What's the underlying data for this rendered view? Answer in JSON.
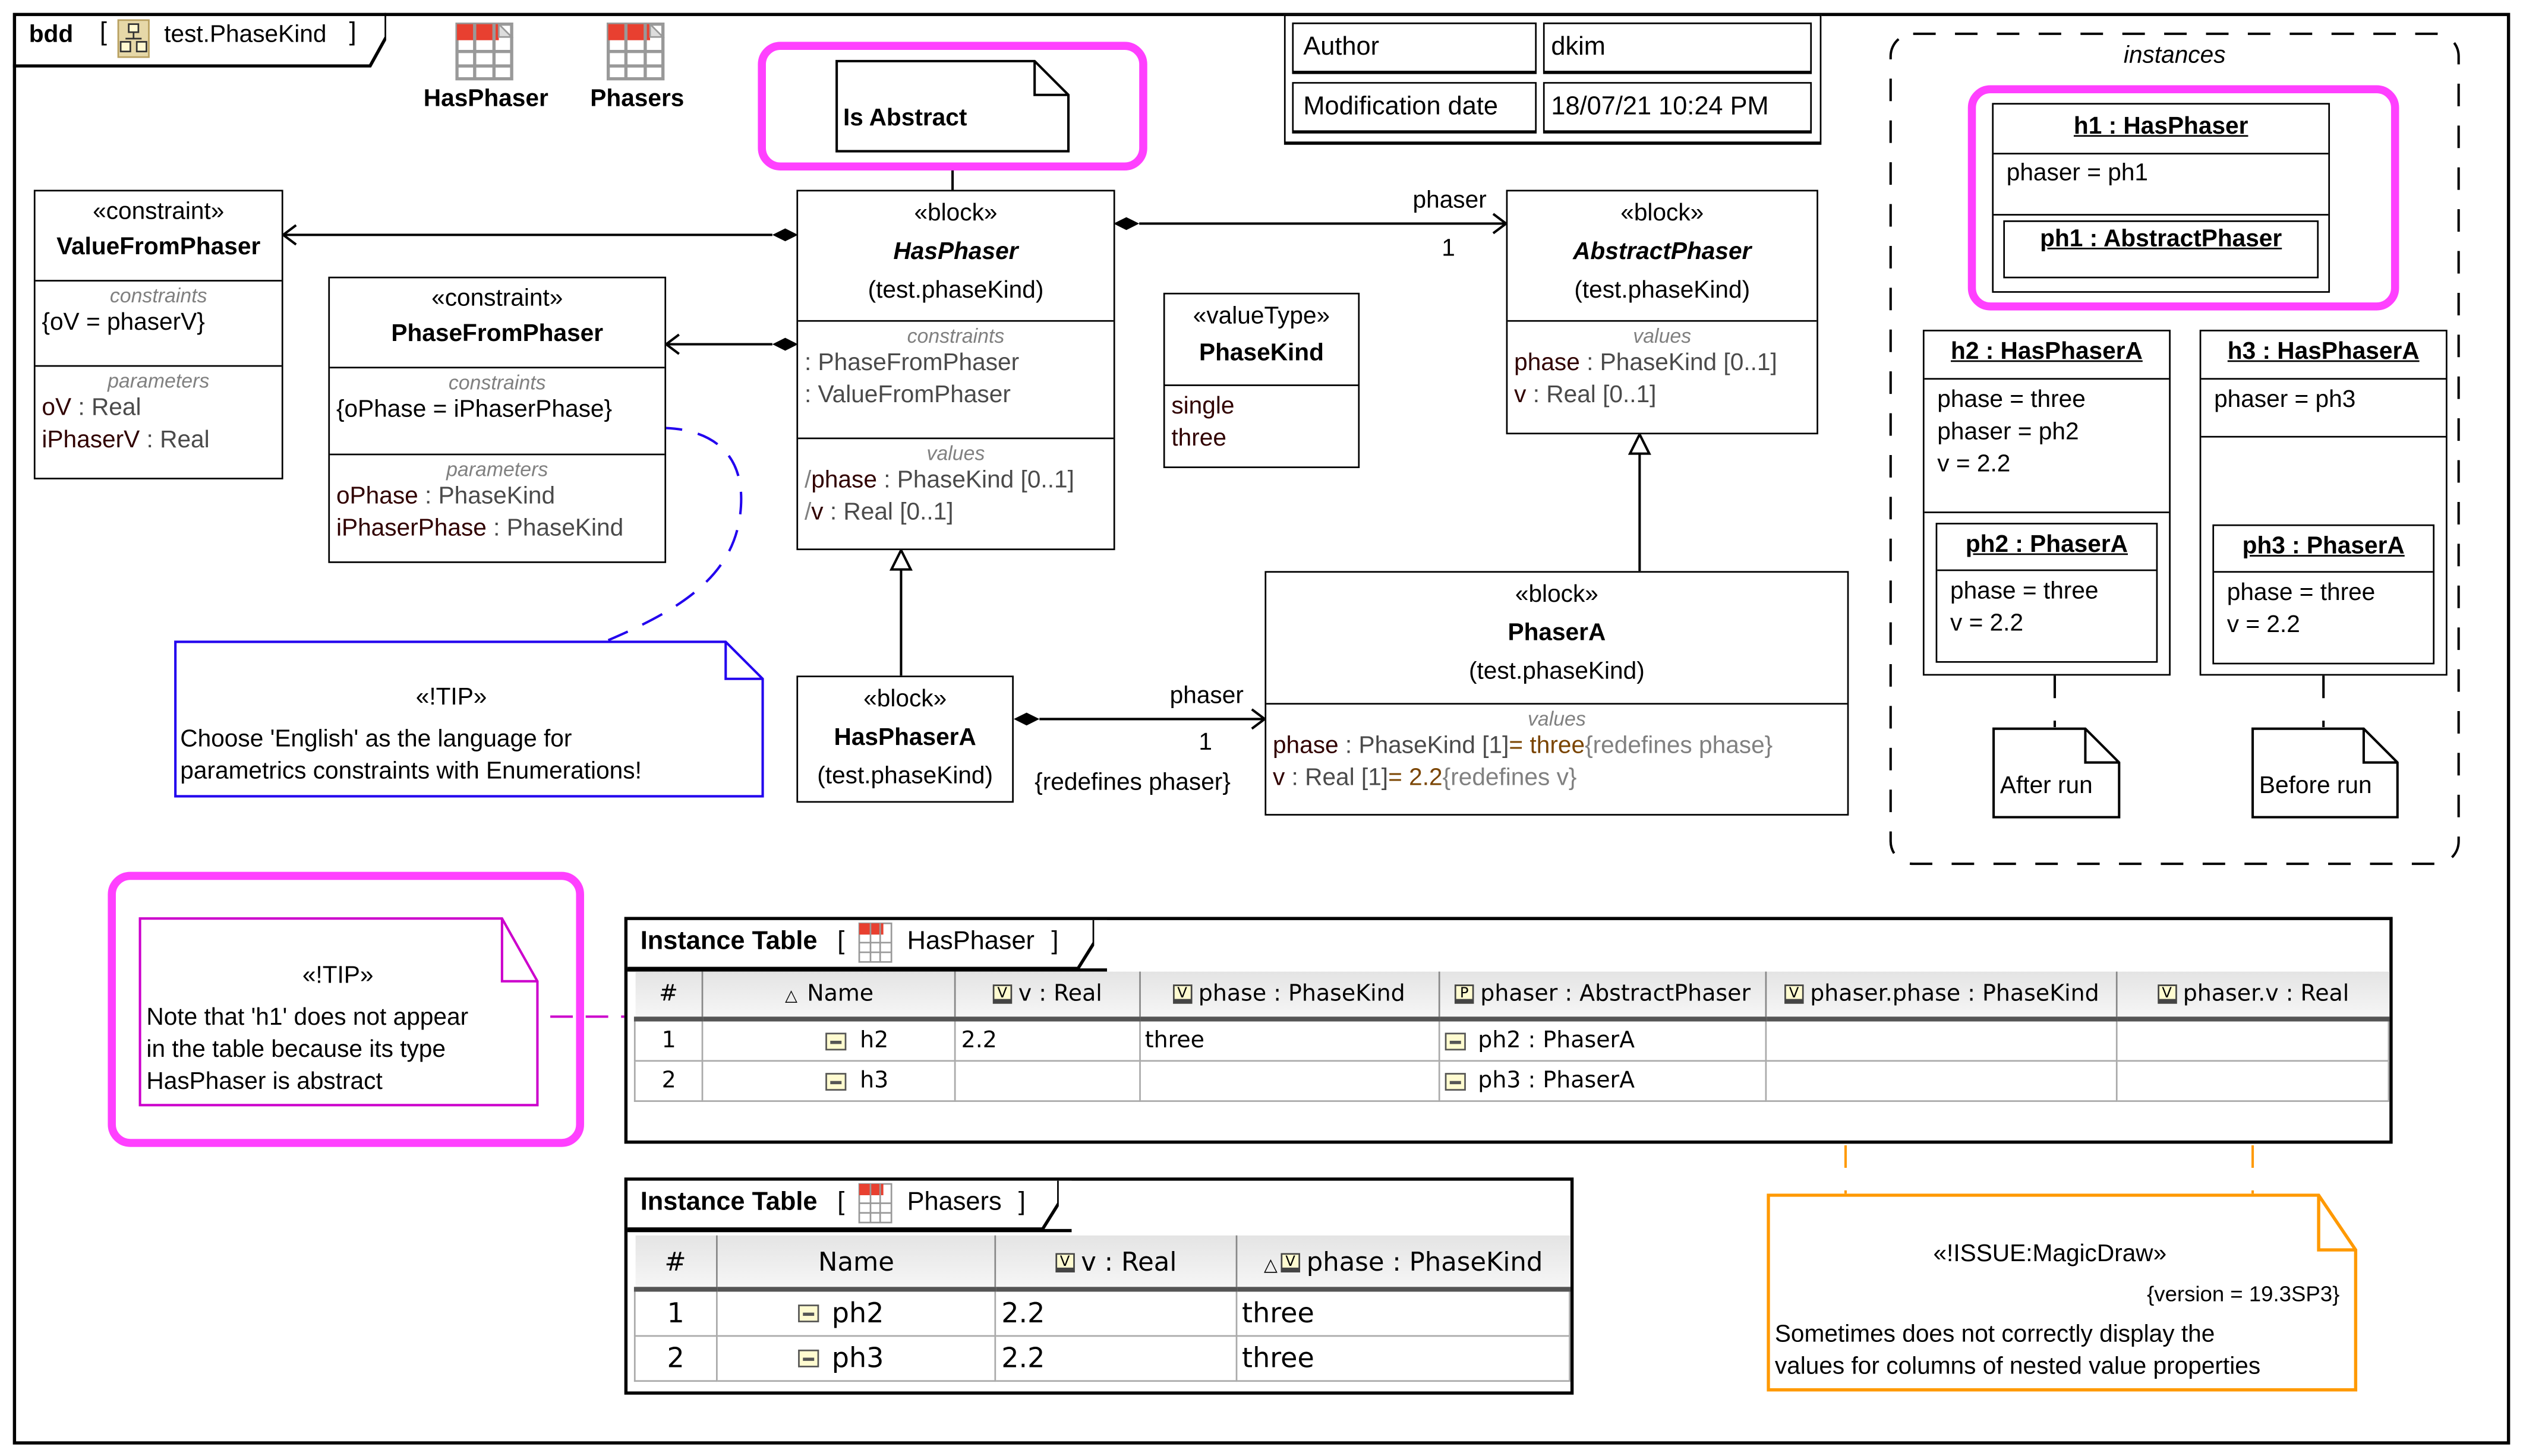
{
  "frame": {
    "kind": "bdd",
    "name": "test.PhaseKind",
    "icon": "package-diagram-icon"
  },
  "table_shortcuts": [
    {
      "label": "HasPhaser",
      "icon": "instance-table-icon"
    },
    {
      "label": "Phasers",
      "icon": "instance-table-icon"
    }
  ],
  "is_abstract_note": {
    "text": "Is Abstract"
  },
  "info_table": {
    "rows": [
      {
        "key": "Author",
        "value": "dkim"
      },
      {
        "key": "Modification date",
        "value": "18/07/21 10:24 PM"
      }
    ]
  },
  "blocks": {
    "value_from_phaser": {
      "stereotype": "«constraint»",
      "name": "ValueFromPhaser",
      "constraints_label": "constraints",
      "constraint": "{oV = phaserV}",
      "parameters_label": "parameters",
      "parameters": [
        {
          "name": "oV",
          "type": " : Real"
        },
        {
          "name": "iPhaserV",
          "type": " : Real"
        }
      ]
    },
    "phase_from_phaser": {
      "stereotype": "«constraint»",
      "name": "PhaseFromPhaser",
      "constraints_label": "constraints",
      "constraint": "{oPhase = iPhaserPhase}",
      "parameters_label": "parameters",
      "parameters": [
        {
          "name": "oPhase",
          "type": " : PhaseKind"
        },
        {
          "name": "iPhaserPhase",
          "type": " : PhaseKind"
        }
      ]
    },
    "has_phaser": {
      "stereotype": "«block»",
      "name": "HasPhaser",
      "package": "(test.phaseKind)",
      "constraints_label": "constraints",
      "constraints": [
        ": PhaseFromPhaser",
        ": ValueFromPhaser"
      ],
      "values_label": "values",
      "values": [
        {
          "prefix": "/",
          "name": "phase",
          "type": " : PhaseKind [0..1]"
        },
        {
          "prefix": "/",
          "name": "v",
          "type": " : Real [0..1]"
        }
      ]
    },
    "phase_kind": {
      "stereotype": "«valueType»",
      "name": "PhaseKind",
      "literals": [
        "single",
        "three"
      ]
    },
    "abstract_phaser": {
      "stereotype": "«block»",
      "name": "AbstractPhaser",
      "package": "(test.phaseKind)",
      "values_label": "values",
      "values": [
        {
          "name": "phase",
          "type": " : PhaseKind [0..1]"
        },
        {
          "name": "v",
          "type": " : Real [0..1]"
        }
      ]
    },
    "has_phaser_a": {
      "stereotype": "«block»",
      "name": "HasPhaserA",
      "package": "(test.phaseKind)"
    },
    "phaser_a": {
      "stereotype": "«block»",
      "name": "PhaserA",
      "package": "(test.phaseKind)",
      "values_label": "values",
      "values": [
        {
          "name": "phase",
          "type": " : PhaseKind [1]",
          "eq": "= ",
          "default": "three",
          "note": "{redefines phase}"
        },
        {
          "name": "v",
          "type": " : Real [1]",
          "eq": "= ",
          "default": "2.2",
          "note": "{redefines v}"
        }
      ]
    }
  },
  "associations": {
    "has_phaser_to_abstract": {
      "role": "phaser",
      "multiplicity": "1"
    },
    "has_phaser_a_to_phaser_a": {
      "role": "phaser",
      "multiplicity": "1",
      "constraint": "{redefines phaser}"
    }
  },
  "tip_note_1": {
    "stereotype": "«!TIP»",
    "lines": [
      "Choose 'English' as the language for",
      "parametrics constraints with Enumerations!"
    ]
  },
  "instances": {
    "title": "instances",
    "h1": {
      "title": "h1 : HasPhaser",
      "slots": [
        "phaser = ph1"
      ],
      "nested": {
        "title": "ph1 : AbstractPhaser",
        "slots": []
      }
    },
    "h2": {
      "title": "h2 : HasPhaserA",
      "slots": [
        "phase = three",
        "phaser = ph2",
        "v = 2.2"
      ],
      "nested": {
        "title": "ph2 : PhaserA",
        "slots": [
          "phase = three",
          "v = 2.2"
        ]
      }
    },
    "h3": {
      "title": "h3 : HasPhaserA",
      "slots": [
        "phaser = ph3"
      ],
      "nested": {
        "title": "ph3 : PhaserA",
        "slots": [
          "phase = three",
          "v = 2.2"
        ]
      }
    },
    "after_run_note": "After run",
    "before_run_note": "Before run"
  },
  "tip_note_2": {
    "stereotype": "«!TIP»",
    "lines": [
      "Note that 'h1' does not appear",
      "in the table because its type",
      "HasPhaser is abstract"
    ]
  },
  "table_has_phaser": {
    "kind": "Instance Table",
    "name": "HasPhaser",
    "columns": [
      {
        "label": "#",
        "icon": ""
      },
      {
        "label": "Name",
        "icon": "sort-asc"
      },
      {
        "label": "v : Real",
        "icon": "V"
      },
      {
        "label": "phase : PhaseKind",
        "icon": "V"
      },
      {
        "label": "phaser : AbstractPhaser",
        "icon": "P"
      },
      {
        "label": "phaser.phase : PhaseKind",
        "icon": "V"
      },
      {
        "label": "phaser.v : Real",
        "icon": "V"
      }
    ],
    "rows": [
      {
        "num": "1",
        "name": "h2",
        "v": "2.2",
        "phase": "three",
        "phaser": "ph2 : PhaserA",
        "phaser_phase": "",
        "phaser_v": ""
      },
      {
        "num": "2",
        "name": "h3",
        "v": "",
        "phase": "",
        "phaser": "ph3 : PhaserA",
        "phaser_phase": "",
        "phaser_v": ""
      }
    ]
  },
  "table_phasers": {
    "kind": "Instance Table",
    "name": "Phasers",
    "columns": [
      {
        "label": "#",
        "icon": ""
      },
      {
        "label": "Name",
        "icon": ""
      },
      {
        "label": "v : Real",
        "icon": "V"
      },
      {
        "label": "phase : PhaseKind",
        "icon": "sort-asc V"
      }
    ],
    "rows": [
      {
        "num": "1",
        "name": "ph2",
        "v": "2.2",
        "phase": "three"
      },
      {
        "num": "2",
        "name": "ph3",
        "v": "2.2",
        "phase": "three"
      }
    ]
  },
  "issue_note": {
    "stereotype": "«!ISSUE:MagicDraw»",
    "tag": "{version = 19.3SP3}",
    "lines": [
      "Sometimes does not correctly display the",
      "values for columns of nested value properties"
    ]
  },
  "colors": {
    "highlight": "#ff40ff",
    "tip_blue": "#2200ee",
    "tip_magenta": "#cc00cc",
    "issue_orange": "#ff9900",
    "property_name": "#300000",
    "default_value": "#7a4400"
  }
}
